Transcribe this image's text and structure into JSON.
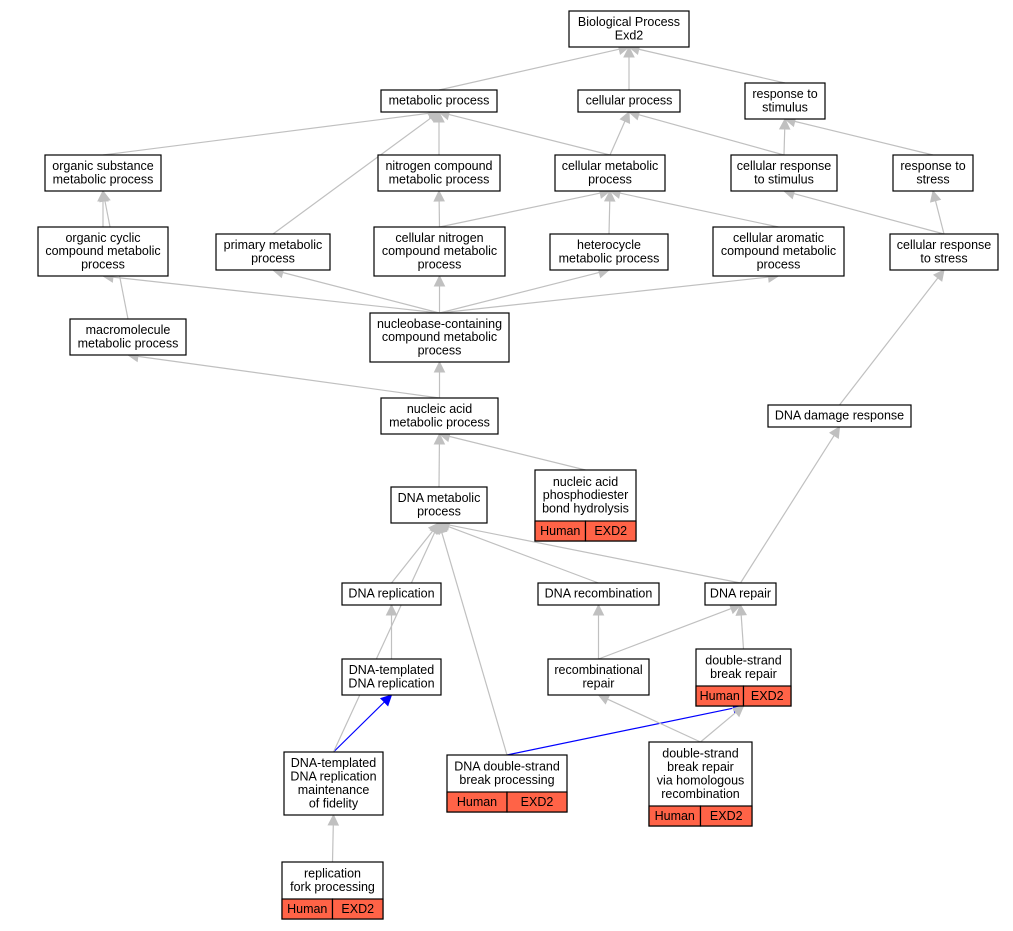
{
  "colors": {
    "edge_default": "#c0c0c0",
    "edge_highlight": "#0000ff",
    "annotation_fill": "#ff6347"
  },
  "nodes": [
    {
      "id": "bp",
      "lines": [
        "Biological Process",
        "Exd2"
      ]
    },
    {
      "id": "metabolic",
      "lines": [
        "metabolic process"
      ]
    },
    {
      "id": "cellular",
      "lines": [
        "cellular process"
      ]
    },
    {
      "id": "response_stimulus",
      "lines": [
        "response to",
        "stimulus"
      ]
    },
    {
      "id": "organic_substance",
      "lines": [
        "organic substance",
        "metabolic process"
      ]
    },
    {
      "id": "nitrogen_compound",
      "lines": [
        "nitrogen compound",
        "metabolic process"
      ]
    },
    {
      "id": "cellular_metabolic",
      "lines": [
        "cellular metabolic",
        "process"
      ]
    },
    {
      "id": "cellular_response_stimulus",
      "lines": [
        "cellular response",
        "to stimulus"
      ]
    },
    {
      "id": "response_stress",
      "lines": [
        "response to",
        "stress"
      ]
    },
    {
      "id": "organic_cyclic",
      "lines": [
        "organic cyclic",
        "compound metabolic",
        "process"
      ]
    },
    {
      "id": "primary_metabolic",
      "lines": [
        "primary metabolic",
        "process"
      ]
    },
    {
      "id": "cellular_nitrogen",
      "lines": [
        "cellular nitrogen",
        "compound metabolic",
        "process"
      ]
    },
    {
      "id": "heterocycle",
      "lines": [
        "heterocycle",
        "metabolic process"
      ]
    },
    {
      "id": "cellular_aromatic",
      "lines": [
        "cellular aromatic",
        "compound metabolic",
        "process"
      ]
    },
    {
      "id": "cellular_response_stress",
      "lines": [
        "cellular response",
        "to stress"
      ]
    },
    {
      "id": "macromolecule",
      "lines": [
        "macromolecule",
        "metabolic process"
      ]
    },
    {
      "id": "nucleobase",
      "lines": [
        "nucleobase-containing",
        "compound metabolic",
        "process"
      ]
    },
    {
      "id": "nucleic_acid",
      "lines": [
        "nucleic acid",
        "metabolic process"
      ]
    },
    {
      "id": "dna_damage",
      "lines": [
        "DNA damage response"
      ]
    },
    {
      "id": "phosphodiester",
      "lines": [
        "nucleic acid",
        "phosphodiester",
        "bond hydrolysis"
      ],
      "annotation": [
        "Human",
        "EXD2"
      ]
    },
    {
      "id": "dna_metabolic",
      "lines": [
        "DNA metabolic",
        "process"
      ]
    },
    {
      "id": "dna_replication",
      "lines": [
        "DNA replication"
      ]
    },
    {
      "id": "dna_recombination",
      "lines": [
        "DNA recombination"
      ]
    },
    {
      "id": "dna_repair",
      "lines": [
        "DNA repair"
      ]
    },
    {
      "id": "dna_templated_replication",
      "lines": [
        "DNA-templated",
        "DNA replication"
      ]
    },
    {
      "id": "recombinational_repair",
      "lines": [
        "recombinational",
        "repair"
      ]
    },
    {
      "id": "dsb_repair",
      "lines": [
        "double-strand",
        "break repair"
      ],
      "annotation": [
        "Human",
        "EXD2"
      ]
    },
    {
      "id": "fidelity",
      "lines": [
        "DNA-templated",
        "DNA replication",
        "maintenance",
        "of fidelity"
      ]
    },
    {
      "id": "dsb_processing",
      "lines": [
        "DNA double-strand",
        "break processing"
      ],
      "annotation": [
        "Human",
        "EXD2"
      ]
    },
    {
      "id": "dsb_hr",
      "lines": [
        "double-strand",
        "break repair",
        "via homologous",
        "recombination"
      ],
      "annotation": [
        "Human",
        "EXD2"
      ]
    },
    {
      "id": "fork_processing",
      "lines": [
        "replication",
        "fork processing"
      ],
      "annotation": [
        "Human",
        "EXD2"
      ]
    }
  ],
  "edges": [
    {
      "from": "metabolic",
      "to": "bp"
    },
    {
      "from": "cellular",
      "to": "bp"
    },
    {
      "from": "response_stimulus",
      "to": "bp"
    },
    {
      "from": "organic_substance",
      "to": "metabolic"
    },
    {
      "from": "nitrogen_compound",
      "to": "metabolic"
    },
    {
      "from": "cellular_metabolic",
      "to": "metabolic"
    },
    {
      "from": "primary_metabolic",
      "to": "metabolic"
    },
    {
      "from": "cellular_metabolic",
      "to": "cellular"
    },
    {
      "from": "cellular_response_stimulus",
      "to": "cellular"
    },
    {
      "from": "cellular_response_stimulus",
      "to": "response_stimulus"
    },
    {
      "from": "response_stress",
      "to": "response_stimulus"
    },
    {
      "from": "organic_cyclic",
      "to": "organic_substance"
    },
    {
      "from": "macromolecule",
      "to": "organic_substance"
    },
    {
      "from": "cellular_nitrogen",
      "to": "nitrogen_compound"
    },
    {
      "from": "cellular_nitrogen",
      "to": "cellular_metabolic"
    },
    {
      "from": "heterocycle",
      "to": "cellular_metabolic"
    },
    {
      "from": "cellular_aromatic",
      "to": "cellular_metabolic"
    },
    {
      "from": "cellular_response_stress",
      "to": "cellular_response_stimulus"
    },
    {
      "from": "cellular_response_stress",
      "to": "response_stress"
    },
    {
      "from": "nucleobase",
      "to": "organic_cyclic"
    },
    {
      "from": "nucleobase",
      "to": "primary_metabolic"
    },
    {
      "from": "nucleobase",
      "to": "cellular_nitrogen"
    },
    {
      "from": "nucleobase",
      "to": "heterocycle"
    },
    {
      "from": "nucleobase",
      "to": "cellular_aromatic"
    },
    {
      "from": "nucleic_acid",
      "to": "macromolecule"
    },
    {
      "from": "nucleic_acid",
      "to": "nucleobase"
    },
    {
      "from": "dna_damage",
      "to": "cellular_response_stress"
    },
    {
      "from": "phosphodiester",
      "to": "nucleic_acid"
    },
    {
      "from": "dna_metabolic",
      "to": "nucleic_acid"
    },
    {
      "from": "dna_replication",
      "to": "dna_metabolic"
    },
    {
      "from": "dna_recombination",
      "to": "dna_metabolic"
    },
    {
      "from": "dna_repair",
      "to": "dna_metabolic"
    },
    {
      "from": "dna_repair",
      "to": "dna_damage"
    },
    {
      "from": "dna_templated_replication",
      "to": "dna_replication"
    },
    {
      "from": "recombinational_repair",
      "to": "dna_recombination"
    },
    {
      "from": "recombinational_repair",
      "to": "dna_repair"
    },
    {
      "from": "dsb_repair",
      "to": "dna_repair"
    },
    {
      "from": "fidelity",
      "to": "dna_templated_replication",
      "highlight": true
    },
    {
      "from": "fidelity",
      "to": "dna_metabolic"
    },
    {
      "from": "dsb_processing",
      "to": "dna_metabolic"
    },
    {
      "from": "dsb_processing",
      "to": "dsb_repair",
      "highlight": true
    },
    {
      "from": "dsb_hr",
      "to": "recombinational_repair"
    },
    {
      "from": "dsb_hr",
      "to": "dsb_repair"
    },
    {
      "from": "fork_processing",
      "to": "fidelity"
    }
  ]
}
